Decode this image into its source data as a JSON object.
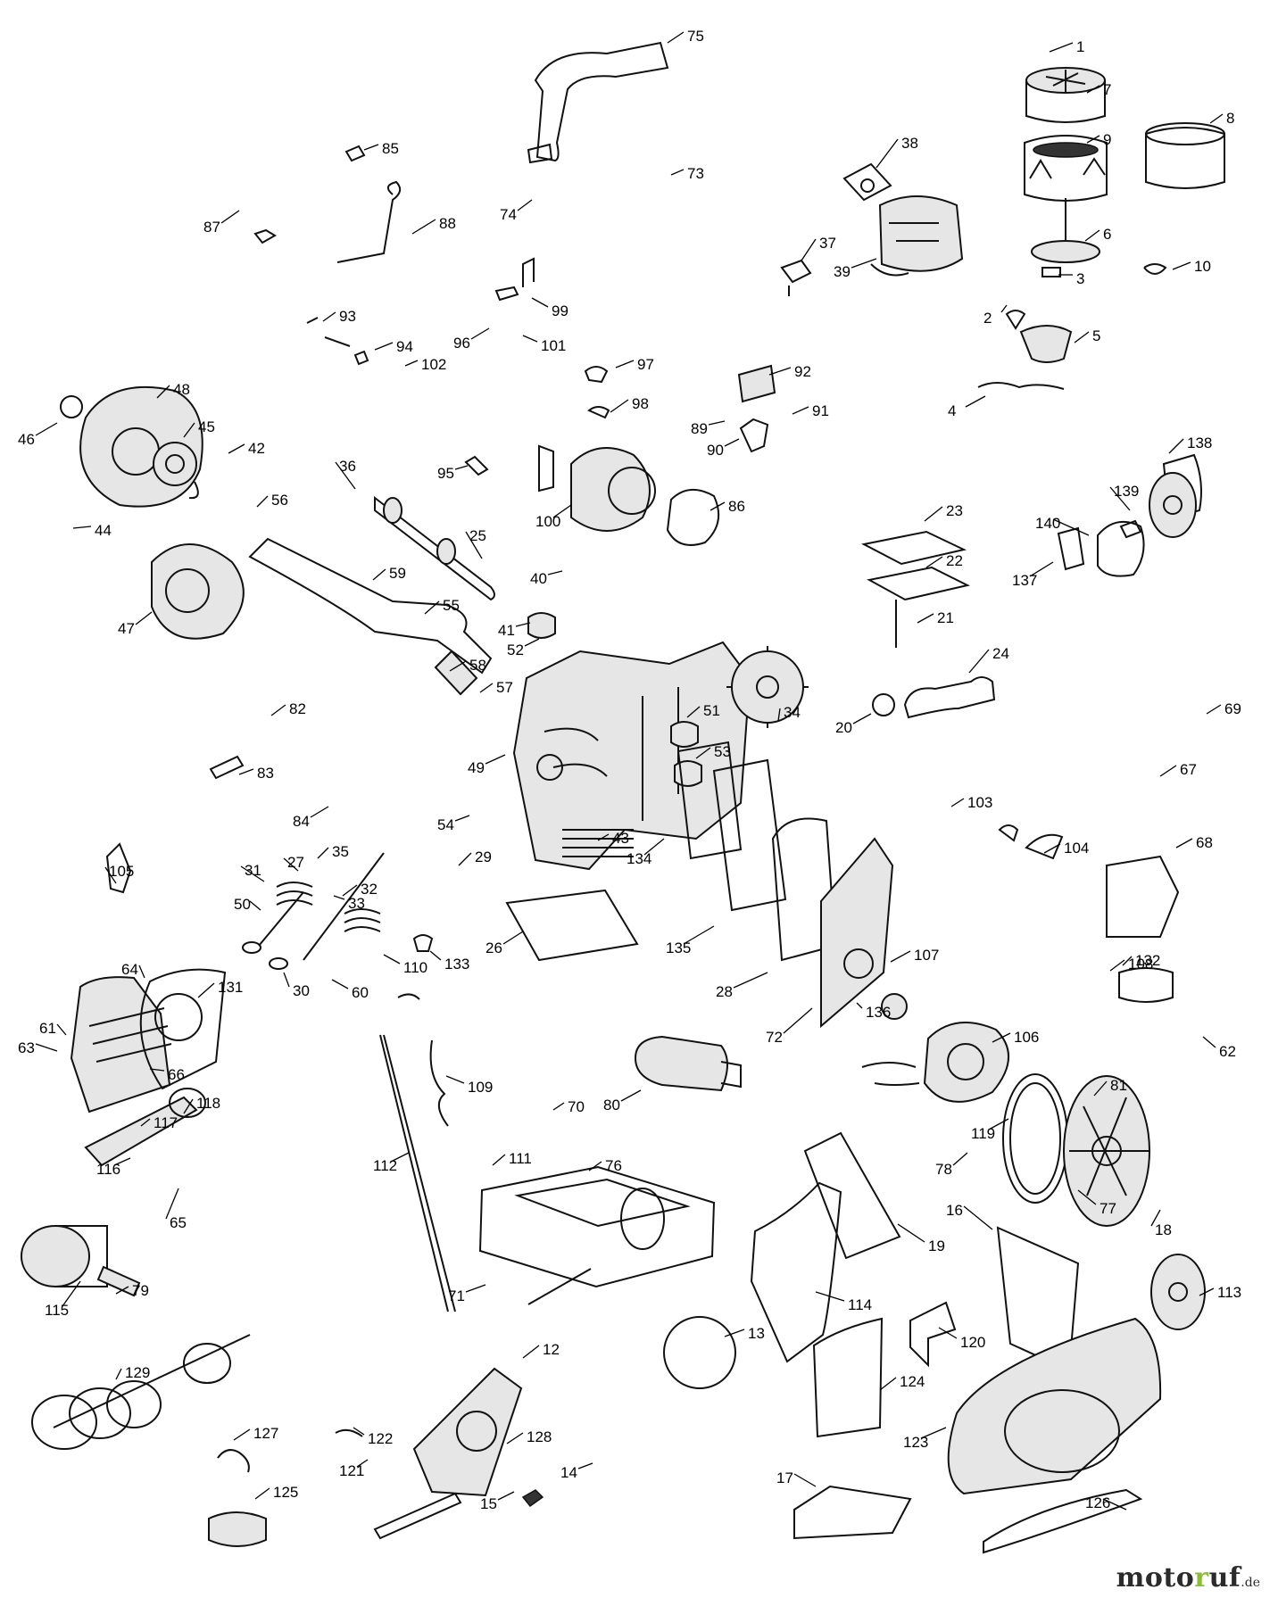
{
  "watermark": {
    "brand_prefix": "moto",
    "brand_o": "r",
    "brand_suffix": "uf",
    "tld": ".de",
    "accent_color": "#8dbb3a"
  },
  "callouts": [
    "1",
    "7",
    "8",
    "9",
    "6",
    "3",
    "10",
    "2",
    "5",
    "4",
    "75",
    "85",
    "74",
    "73",
    "38",
    "87",
    "88",
    "37",
    "39",
    "93",
    "99",
    "96",
    "101",
    "94",
    "102",
    "97",
    "98",
    "92",
    "91",
    "89",
    "90",
    "48",
    "46",
    "45",
    "42",
    "95",
    "100",
    "86",
    "138",
    "139",
    "140",
    "137",
    "36",
    "25",
    "56",
    "44",
    "23",
    "22",
    "21",
    "40",
    "47",
    "59",
    "55",
    "41",
    "52",
    "34",
    "58",
    "57",
    "24",
    "20",
    "69",
    "82",
    "51",
    "49",
    "53",
    "83",
    "84",
    "103",
    "67",
    "54",
    "43",
    "134",
    "104",
    "68",
    "35",
    "27",
    "31",
    "33",
    "105",
    "32",
    "50",
    "29",
    "110",
    "26",
    "133",
    "135",
    "107",
    "108",
    "132",
    "28",
    "30",
    "60",
    "64",
    "131",
    "136",
    "72",
    "106",
    "62",
    "61",
    "63",
    "66",
    "109",
    "70",
    "80",
    "81",
    "119",
    "118",
    "117",
    "116",
    "65",
    "112",
    "111",
    "76",
    "78",
    "77",
    "18",
    "16",
    "19",
    "114",
    "115",
    "79",
    "113",
    "71",
    "13",
    "120",
    "129",
    "12",
    "124",
    "127",
    "128",
    "122",
    "121",
    "14",
    "123",
    "15",
    "17",
    "126",
    "125"
  ]
}
